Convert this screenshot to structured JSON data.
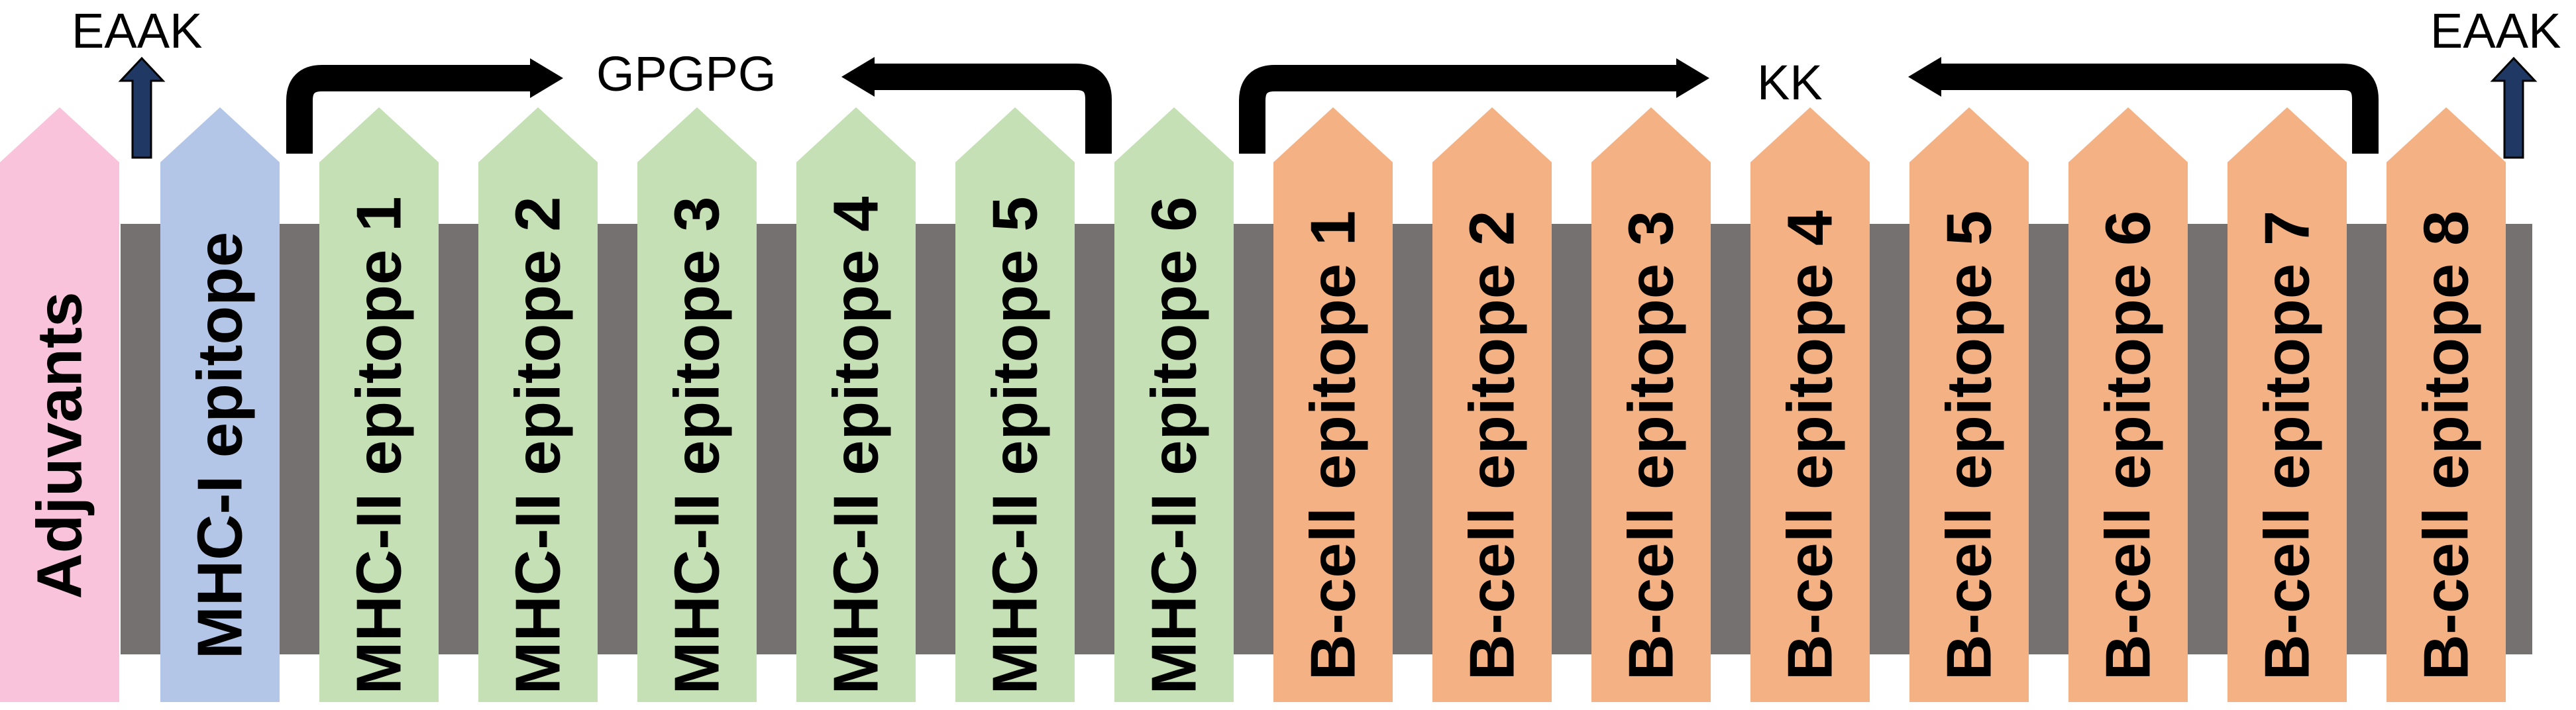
{
  "colors": {
    "backbone": "#767171",
    "adjuvant": "#F8C3DB",
    "mhc1": "#B4C6E7",
    "mhc2": "#C5E0B4",
    "bcell": "#F4B183",
    "arrow": "#000000",
    "up_arrow_fill": "#203864",
    "up_arrow_stroke": "#000000"
  },
  "icons": {
    "linker_arrow": "bent-arrow-icon",
    "eaak_marker": "up-arrow-icon"
  },
  "segments": [
    {
      "label": "Adjuvants",
      "group": "adjuvant"
    },
    {
      "label": "MHC-I epitope",
      "group": "mhc1"
    },
    {
      "label": "MHC-II epitope 1",
      "group": "mhc2"
    },
    {
      "label": "MHC-II epitope 2",
      "group": "mhc2"
    },
    {
      "label": "MHC-II epitope 3",
      "group": "mhc2"
    },
    {
      "label": "MHC-II epitope 4",
      "group": "mhc2"
    },
    {
      "label": "MHC-II epitope 5",
      "group": "mhc2"
    },
    {
      "label": "MHC-II epitope 6",
      "group": "mhc2"
    },
    {
      "label": "B-cell epitope 1",
      "group": "bcell"
    },
    {
      "label": "B-cell epitope 2",
      "group": "bcell"
    },
    {
      "label": "B-cell epitope 3",
      "group": "bcell"
    },
    {
      "label": "B-cell epitope 4",
      "group": "bcell"
    },
    {
      "label": "B-cell epitope 5",
      "group": "bcell"
    },
    {
      "label": "B-cell epitope 6",
      "group": "bcell"
    },
    {
      "label": "B-cell epitope 7",
      "group": "bcell"
    },
    {
      "label": "B-cell epitope 8",
      "group": "bcell"
    }
  ],
  "linkers": {
    "eaak_left": "EAAK",
    "eaak_right": "EAAK",
    "gpgpg": "GPGPG",
    "kk": "KK"
  }
}
